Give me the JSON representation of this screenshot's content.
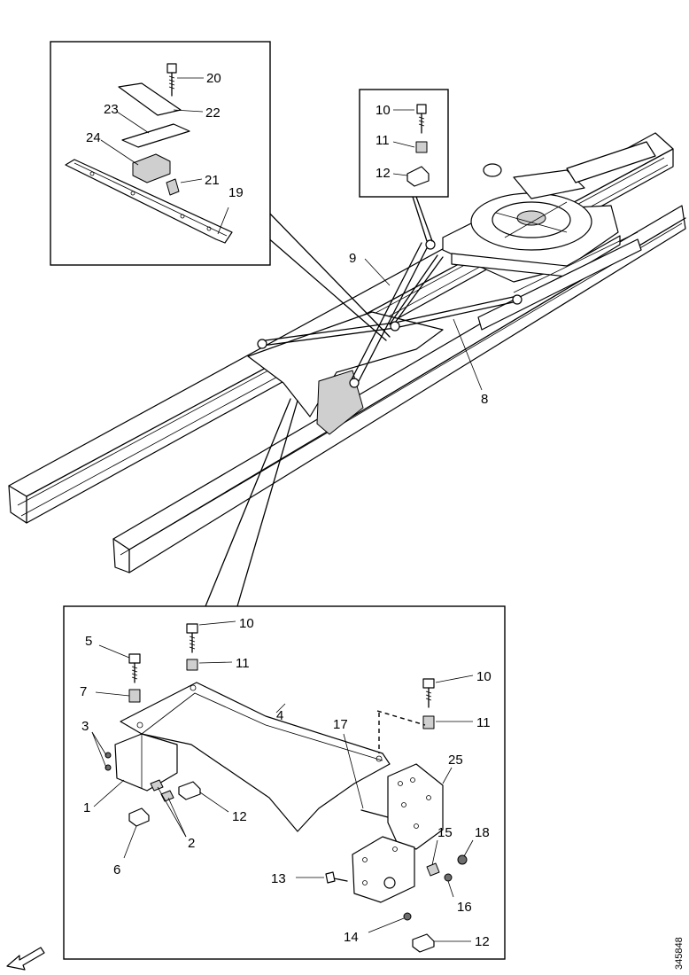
{
  "labels": {
    "main": {
      "n9": "9",
      "n8": "8"
    },
    "inset_top_left": {
      "n20": "20",
      "n22": "22",
      "n23": "23",
      "n24": "24",
      "n21": "21",
      "n19": "19"
    },
    "inset_top_right": {
      "n10": "10",
      "n11": "11",
      "n12": "12"
    },
    "inset_bottom": {
      "n10a": "10",
      "n11a": "11",
      "n5": "5",
      "n7": "7",
      "n4": "4",
      "n10b": "10",
      "n11b": "11",
      "n3": "3",
      "n17": "17",
      "n25": "25",
      "n1": "1",
      "n12a": "12",
      "n2": "2",
      "n6": "6",
      "n15": "15",
      "n18": "18",
      "n13": "13",
      "n16": "16",
      "n14": "14",
      "n12b": "12"
    }
  },
  "reference": "345848",
  "icons": {
    "corner_arrow": "direction-arrow-icon"
  }
}
